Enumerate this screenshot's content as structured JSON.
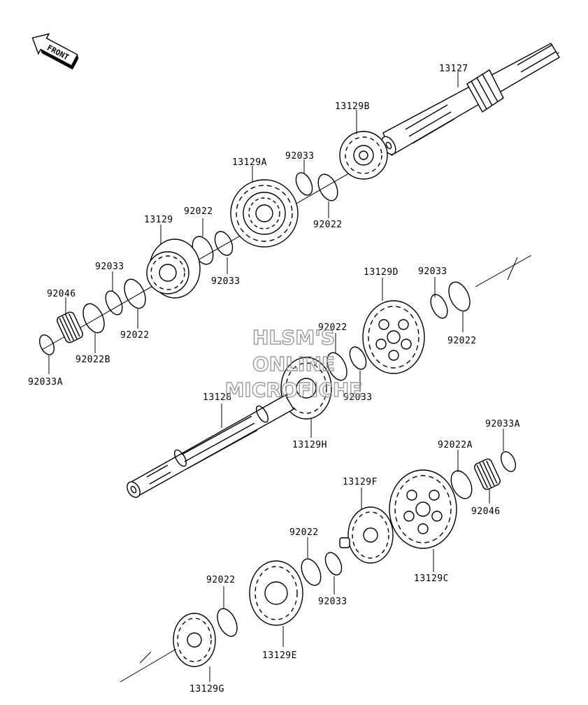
{
  "front_marker": "FRONT",
  "watermark": [
    "HLSM'S",
    "ONLINE",
    "MICROFICHE"
  ],
  "labels": {
    "l13127": "13127",
    "l13129B": "13129B",
    "l92033_a": "92033",
    "l92022_a": "92022",
    "l13129A": "13129A",
    "l92022_b": "92022",
    "l92033_b": "92033",
    "l13129": "13129",
    "l92033_c": "92033",
    "l92022_c": "92022",
    "l92046_a": "92046",
    "l92022B": "92022B",
    "l92033A_a": "92033A",
    "l13129D": "13129D",
    "l92033_d": "92033",
    "l92022_d": "92022",
    "l92022_e": "92022",
    "l92033_e": "92033",
    "l13128": "13128",
    "l13129H": "13129H",
    "l92033A_b": "92033A",
    "l92022A": "92022A",
    "l92046_b": "92046",
    "l13129F": "13129F",
    "l13129C": "13129C",
    "l92022_f": "92022",
    "l92033_f": "92033",
    "l92022_g": "92022",
    "l13129E": "13129E",
    "l13129G": "13129G"
  }
}
